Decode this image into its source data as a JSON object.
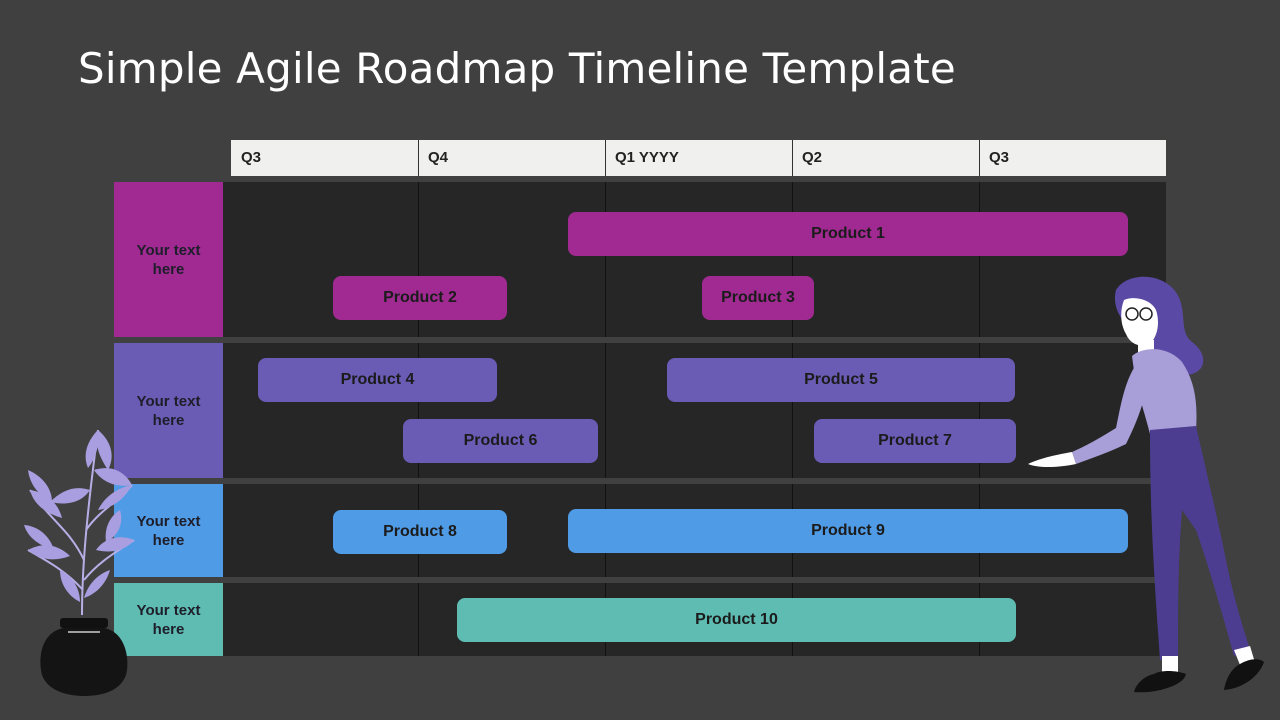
{
  "title": "Simple Agile Roadmap Timeline Template",
  "quarters": [
    "Q3",
    "Q4",
    "Q1 YYYY",
    "Q2",
    "Q3"
  ],
  "colors": {
    "background": "#404040",
    "grid": "#262626",
    "header": "#f0f1ef",
    "magenta": "#a02a92",
    "purple": "#6a5bb5",
    "blue": "#4f9be6",
    "teal": "#5ebcb2"
  },
  "rows": [
    {
      "label": "Your text here",
      "color": "#a02a92"
    },
    {
      "label": "Your text here",
      "color": "#6a5bb5"
    },
    {
      "label": "Your text here",
      "color": "#4f9be6"
    },
    {
      "label": "Your text here",
      "color": "#5ebcb2"
    }
  ],
  "products": [
    {
      "label": "Product 1",
      "color": "#a02a92"
    },
    {
      "label": "Product 2",
      "color": "#a02a92"
    },
    {
      "label": "Product 3",
      "color": "#a02a92"
    },
    {
      "label": "Product 4",
      "color": "#6a5bb5"
    },
    {
      "label": "Product 5",
      "color": "#6a5bb5"
    },
    {
      "label": "Product 6",
      "color": "#6a5bb5"
    },
    {
      "label": "Product 7",
      "color": "#6a5bb5"
    },
    {
      "label": "Product 8",
      "color": "#4f9be6"
    },
    {
      "label": "Product 9",
      "color": "#4f9be6"
    },
    {
      "label": "Product 10",
      "color": "#5ebcb2"
    }
  ]
}
